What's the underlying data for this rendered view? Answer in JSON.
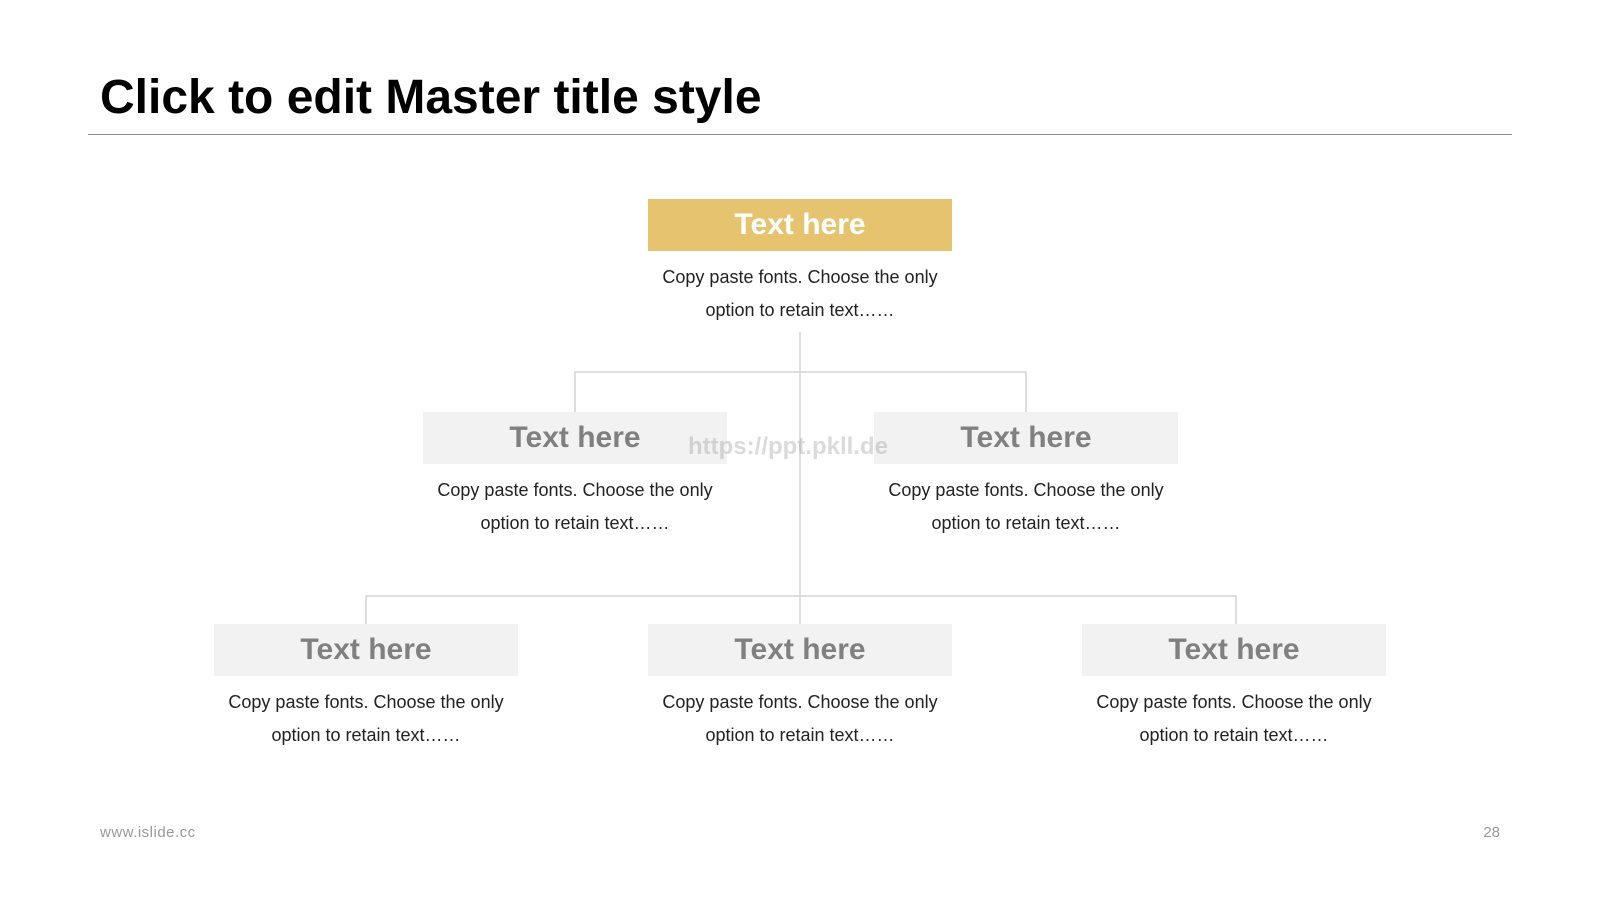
{
  "slide": {
    "title": "Click to edit Master title style"
  },
  "accent_color": "#e6c36e",
  "secondary_box_color": "#f2f2f2",
  "org_chart": {
    "root": {
      "title": "Text here",
      "description": "Copy paste fonts. Choose the only option to retain text……"
    },
    "level2": [
      {
        "title": "Text here",
        "description": "Copy paste fonts. Choose the only option to retain text……"
      },
      {
        "title": "Text here",
        "description": "Copy paste fonts. Choose the only option to retain text……"
      }
    ],
    "level3": [
      {
        "title": "Text here",
        "description": "Copy paste fonts. Choose the only option to retain text……"
      },
      {
        "title": "Text here",
        "description": "Copy paste fonts. Choose the only option to retain text……"
      },
      {
        "title": "Text here",
        "description": "Copy paste fonts. Choose the only option to retain text……"
      }
    ]
  },
  "watermark": "https://ppt.pkll.de",
  "footer": {
    "url": "www.islide.cc",
    "page_number": "28"
  }
}
